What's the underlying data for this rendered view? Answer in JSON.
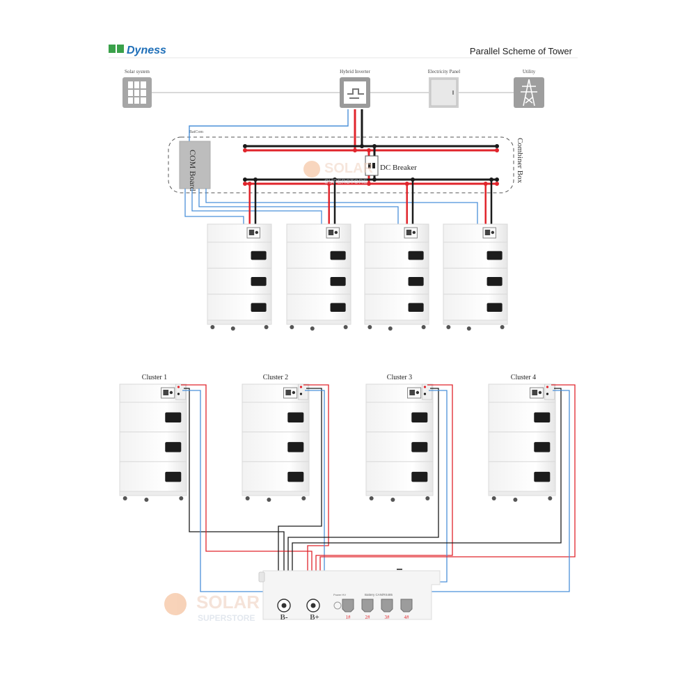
{
  "header": {
    "brand": "Dyness",
    "title": "Parallel Scheme of Tower"
  },
  "top_row": {
    "solar": "Solar system",
    "inverter": "Hybrid Inverter",
    "panel": "Electricity Panel",
    "utility": "Utility"
  },
  "combiner": {
    "bat_com": "BatCom",
    "com_board": "COM Board",
    "dc_breaker": "DC Breaker",
    "label": "Combiner Box"
  },
  "clusters": [
    "Cluster 1",
    "Cluster 2",
    "Cluster 3",
    "Cluster 4"
  ],
  "bus": {
    "neg": "B-",
    "pos": "B+",
    "ports": [
      "1#",
      "2#",
      "3#",
      "4#"
    ],
    "port_group_label": "Battery CAN/RS485",
    "small_label": "Power HV"
  },
  "watermark": {
    "line1": "SOLAR",
    "line2": "SUPERSTORE"
  },
  "colors": {
    "dc_positive": "#e0242b",
    "dc_negative": "#1a1a1a",
    "comm": "#4a90d9",
    "brand_green": "#3aa14a",
    "brand_blue": "#1f6fb8",
    "panel_gray": "#a6a6a6",
    "watermark": "#f3b58a"
  }
}
